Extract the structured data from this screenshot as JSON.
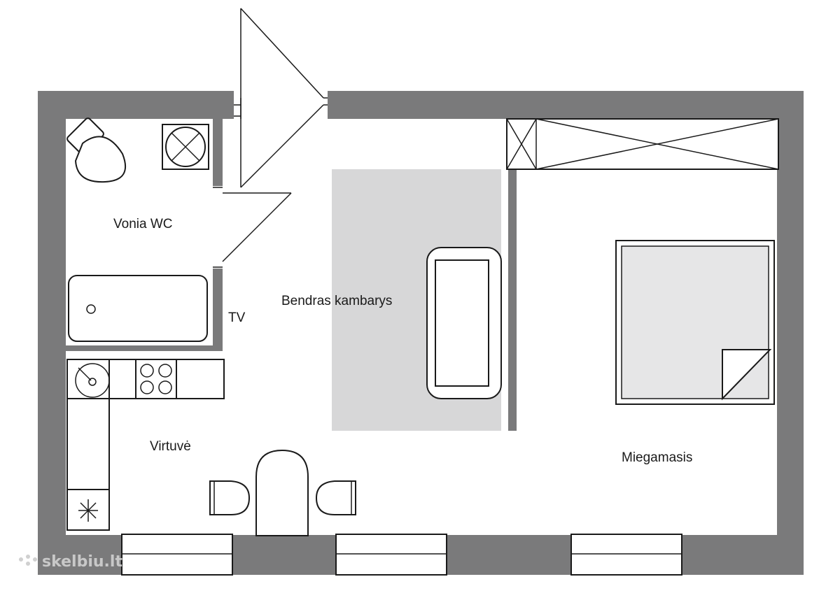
{
  "rooms": {
    "bathroom": "Vonia WC",
    "living_room": "Bendras kambarys",
    "kitchen": "Virtuvė",
    "bedroom": "Miegamasis"
  },
  "tv_label": "TV",
  "watermark": "skelbiu.lt",
  "colors": {
    "wall": "#7a7a7b",
    "rug": "#d7d7d8",
    "bed_fill": "#e6e6e7",
    "lines": "#1a1a1a"
  }
}
